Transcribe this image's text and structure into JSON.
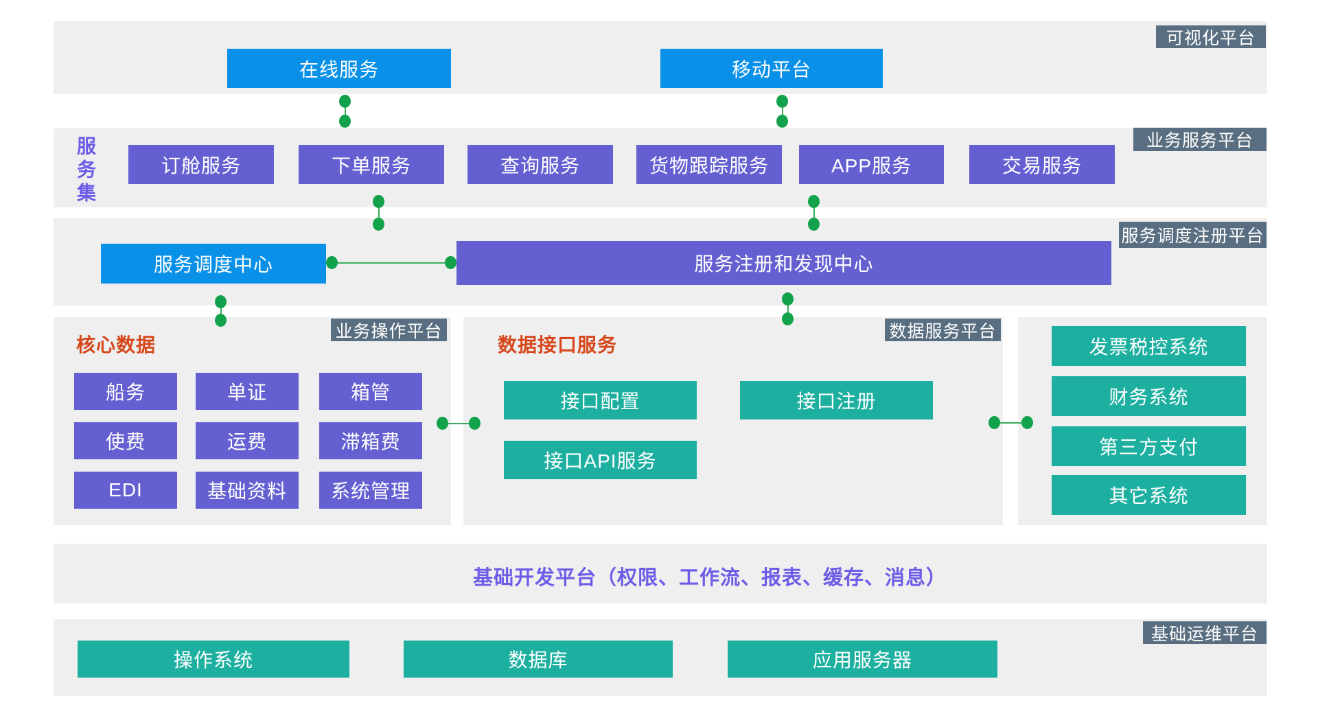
{
  "colors": {
    "band_bg": "#efefef",
    "blue": "#0990e8",
    "purple": "#6560d2",
    "teal": "#1db0a0",
    "slate": "#596f81",
    "green": "#12a24b",
    "green_line": "#3aad5b",
    "orange": "#d6481c",
    "accent_text": "#6c5ce7"
  },
  "bands": {
    "visual": {
      "label": "可视化平台",
      "nodes": [
        "在线服务",
        "移动平台"
      ]
    },
    "services": {
      "label": "业务服务平台",
      "side_label": "服务集",
      "nodes": [
        "订舱服务",
        "下单服务",
        "查询服务",
        "货物跟踪服务",
        "APP服务",
        "交易服务"
      ]
    },
    "registry": {
      "label": "服务调度注册平台",
      "dispatch": "服务调度中心",
      "discovery": "服务注册和发现中心"
    },
    "operation": {
      "label": "业务操作平台",
      "title": "核心数据",
      "cells": [
        "船务",
        "单证",
        "箱管",
        "使费",
        "运费",
        "滞箱费",
        "EDI",
        "基础资料",
        "系统管理"
      ]
    },
    "data_service": {
      "label": "数据服务平台",
      "title": "数据接口服务",
      "nodes": [
        "接口配置",
        "接口注册",
        "接口API服务"
      ]
    },
    "external": {
      "nodes": [
        "发票税控系统",
        "财务系统",
        "第三方支付",
        "其它系统"
      ]
    },
    "dev": {
      "title": "基础开发平台（权限、工作流、报表、缓存、消息）"
    },
    "ops": {
      "label": "基础运维平台",
      "nodes": [
        "操作系统",
        "数据库",
        "应用服务器"
      ]
    }
  }
}
